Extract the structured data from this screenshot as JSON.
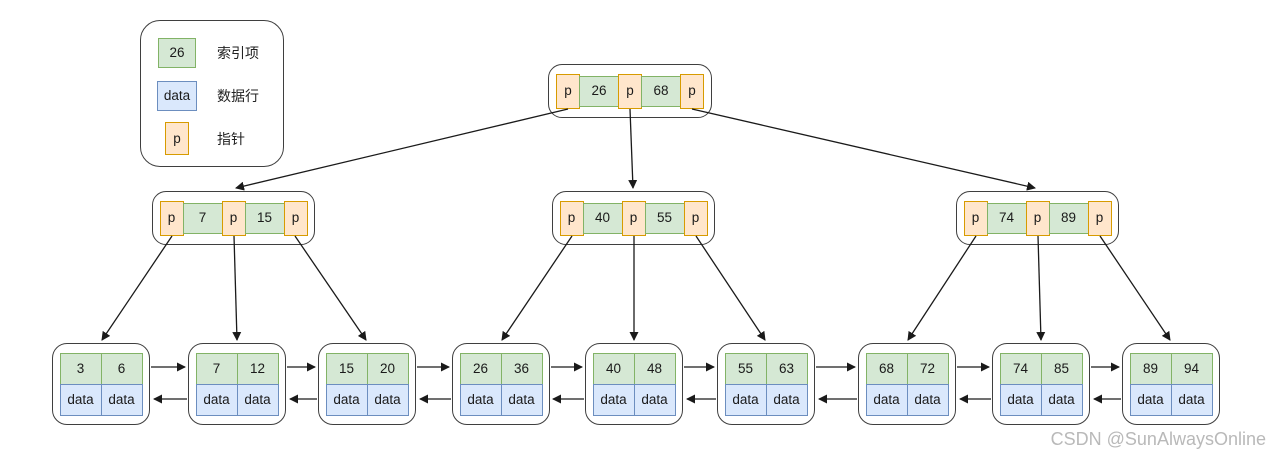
{
  "legend": {
    "items": [
      {
        "sample": "26",
        "label": "索引项"
      },
      {
        "sample": "data",
        "label": "数据行"
      },
      {
        "sample": "p",
        "label": "指针"
      }
    ]
  },
  "tree": {
    "root": {
      "cells": [
        "p",
        "26",
        "p",
        "68",
        "p"
      ]
    },
    "internal": [
      {
        "cells": [
          "p",
          "7",
          "p",
          "15",
          "p"
        ]
      },
      {
        "cells": [
          "p",
          "40",
          "p",
          "55",
          "p"
        ]
      },
      {
        "cells": [
          "p",
          "74",
          "p",
          "89",
          "p"
        ]
      }
    ],
    "leaves": [
      {
        "keys": [
          "3",
          "6"
        ],
        "data": [
          "data",
          "data"
        ]
      },
      {
        "keys": [
          "7",
          "12"
        ],
        "data": [
          "data",
          "data"
        ]
      },
      {
        "keys": [
          "15",
          "20"
        ],
        "data": [
          "data",
          "data"
        ]
      },
      {
        "keys": [
          "26",
          "36"
        ],
        "data": [
          "data",
          "data"
        ]
      },
      {
        "keys": [
          "40",
          "48"
        ],
        "data": [
          "data",
          "data"
        ]
      },
      {
        "keys": [
          "55",
          "63"
        ],
        "data": [
          "data",
          "data"
        ]
      },
      {
        "keys": [
          "68",
          "72"
        ],
        "data": [
          "data",
          "data"
        ]
      },
      {
        "keys": [
          "74",
          "85"
        ],
        "data": [
          "data",
          "data"
        ]
      },
      {
        "keys": [
          "89",
          "94"
        ],
        "data": [
          "data",
          "data"
        ]
      }
    ]
  },
  "watermark": "CSDN @SunAlwaysOnline",
  "colors": {
    "index_fill": "#d5e8d4",
    "index_border": "#82b366",
    "data_fill": "#dae8fc",
    "data_border": "#6c8ebf",
    "pointer_fill": "#ffe6cc",
    "pointer_border": "#d79b00",
    "node_border": "#3f3f3f",
    "edge": "#1a1a1a",
    "watermark": "#b9b9b9"
  }
}
